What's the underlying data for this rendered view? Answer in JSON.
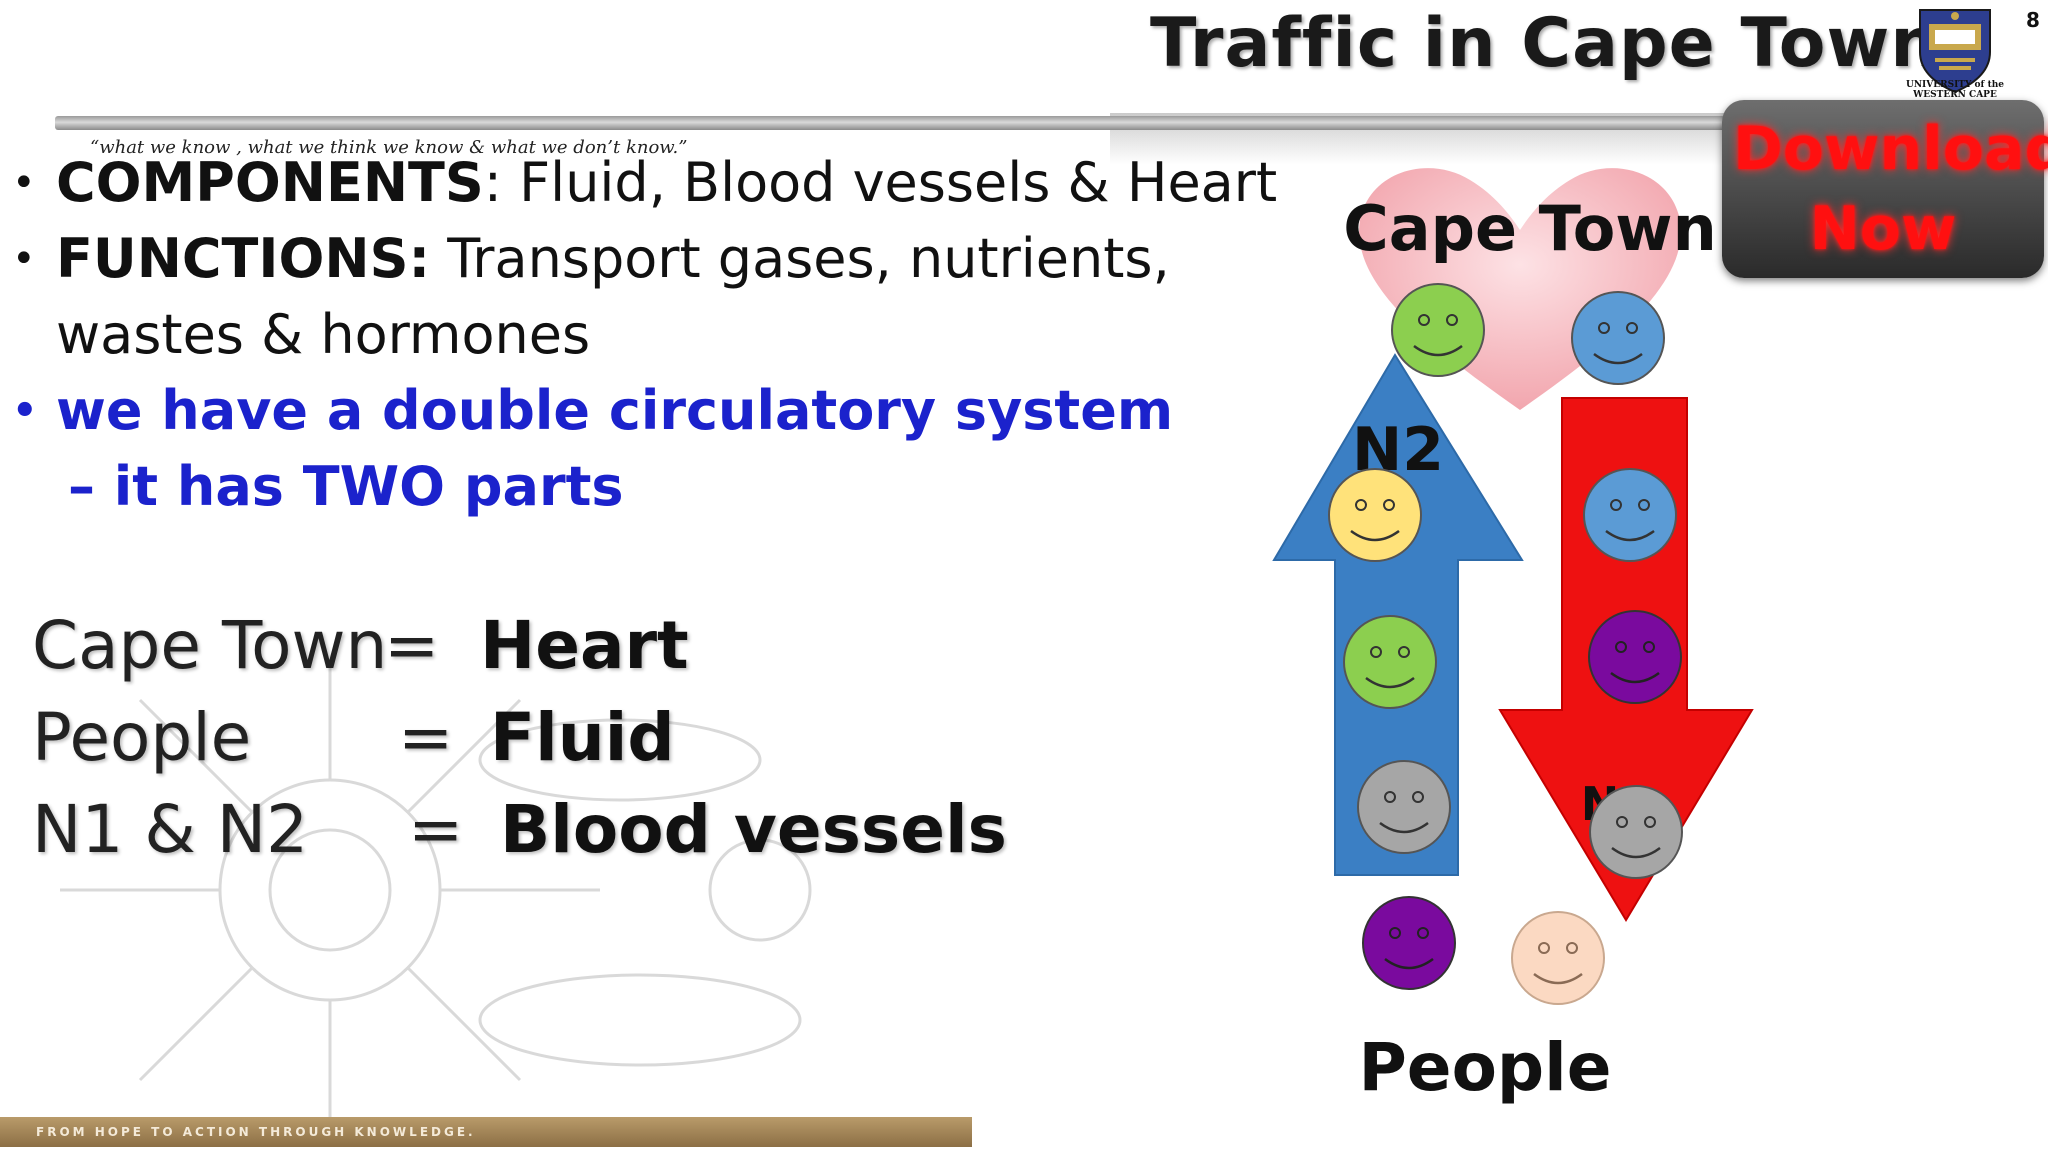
{
  "header": {
    "title": "Traffic in Cape Town?",
    "slide_number": "8",
    "logo_caption": "UNIVERSITY of the WESTERN CAPE",
    "tagline": "“what we know , what we think we know & what we don’t know.”"
  },
  "bullets": {
    "components_label": "COMPONENTS",
    "components_text": ":  Fluid, Blood vessels & Heart",
    "functions_label": "FUNCTIONS:",
    "functions_text": " Transport gases, nutrients,",
    "functions_cont": "wastes & hormones",
    "circulatory": "we have a double circulatory system",
    "two_parts": "– it has TWO parts"
  },
  "equations": [
    {
      "left": "Cape Town",
      "op": "=",
      "right": "Heart"
    },
    {
      "left": "People",
      "op": "=",
      "right": "Fluid"
    },
    {
      "left": "N1 & N2",
      "op": "=",
      "right": "Blood vessels"
    }
  ],
  "diagram": {
    "heart_label": "Cape Town",
    "up_label": "N2",
    "down_label": "N",
    "bottom_label": "People"
  },
  "download_badge": "Download Now",
  "footer": "FROM HOPE TO ACTION THROUGH KNOWLEDGE.",
  "colors": {
    "bullet_blue": "#1b22cc",
    "arrow_up": "#3b7fc4",
    "arrow_down": "#ee1111",
    "heart": "#f7b7bd",
    "face_green": "#8ccf4f",
    "face_blue": "#5b9bd5",
    "face_yellow": "#ffe27a",
    "face_purple": "#7a0a9e",
    "face_gray": "#a6a6a6",
    "face_peach": "#fbd9c2"
  }
}
